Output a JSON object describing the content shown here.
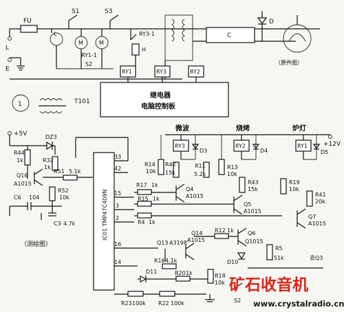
{
  "labels": {
    "fu": "FU",
    "l": "L",
    "e": "E",
    "s1": "S1",
    "s3": "S3",
    "ry3_1": "RY3-1",
    "h": "H",
    "ry1_1": "RY1-1",
    "s2": "S2",
    "l_motor": "L",
    "m1": "M",
    "m2": "M",
    "c": "C",
    "d": "D",
    "magnetron_note": "（原件图）",
    "ry1": "RY1",
    "ry3": "RY3",
    "ry2": "RY2",
    "circle_1": "1",
    "t101": "T101",
    "relay_line1": "继电器",
    "relay_line2": "电脑控制板",
    "plus5v": "+5V",
    "dz3": "DZ3",
    "r44": "R44",
    "r44v": "1k",
    "r32": "R32",
    "r32v": "1k",
    "q16": "Q16",
    "a1015_q16": "A1015",
    "r51": "R51",
    "r51v": "5.1k",
    "r52": "R52",
    "r52v": "10k",
    "c6": "C6",
    "c6v": "104",
    "c3": "C3",
    "c3v": "4.7k",
    "test_note": "（测绘图）",
    "ic_name": "IC01 TMP47C409N",
    "p33": "33",
    "p42": "42",
    "p15": "15",
    "p3": "3",
    "p2": "2",
    "p16": "16",
    "p14": "14",
    "microwave": "微波",
    "grill": "烧烤",
    "lamp": "炉灯",
    "plus12v": "+12V",
    "ry3b": "RY3",
    "ry2b": "RY2",
    "ry1b": "RY1",
    "d3": "D3",
    "d4": "D4",
    "d5": "D5",
    "r14": "R14",
    "r14v": "10k",
    "r42": "R42",
    "r42v": "15k",
    "r11": "R11",
    "r11v": "5.2k",
    "r13": "R13",
    "r13v": "10k",
    "r17": "R17",
    "r17v": "1k",
    "q4": "Q4",
    "q4t": "A1015",
    "r43": "R43",
    "r43v": "15k",
    "r19": "R19",
    "r19v": "10k",
    "r41": "R41",
    "r41v": "20k",
    "r15": "R15",
    "r15v": "1k",
    "q5": "Q5",
    "q5t": "A1015",
    "r4": "R4",
    "r4v": "1k",
    "q7": "Q7",
    "q7t": "A1015",
    "q14": "Q14",
    "a1015_q14": "A1015",
    "q13": "Q13",
    "a3198": "A3198",
    "r12": "R12",
    "r12v": "1k",
    "q6": "Q6",
    "q6t": "Q1015",
    "r16": "R16",
    "r16v": "4.1k",
    "d10": "D10",
    "r5": "R5",
    "r5v": "51k",
    "to_q3": "去Q3",
    "d11": "D11",
    "r20": "R20",
    "r20v": "1k",
    "r18": "R18",
    "r18v": "10k",
    "s2b": "S2",
    "r23": "R23",
    "r23v": "100k",
    "r22": "R22",
    "r22v": "100k",
    "watermark_cn": "矿石收音机",
    "watermark_url": "www.crystalradio.cn"
  },
  "colors": {
    "line": "#111111",
    "paper": "#f7f6f2",
    "watermark_red": "#d8261c",
    "watermark_dark": "#1a1a1a"
  }
}
